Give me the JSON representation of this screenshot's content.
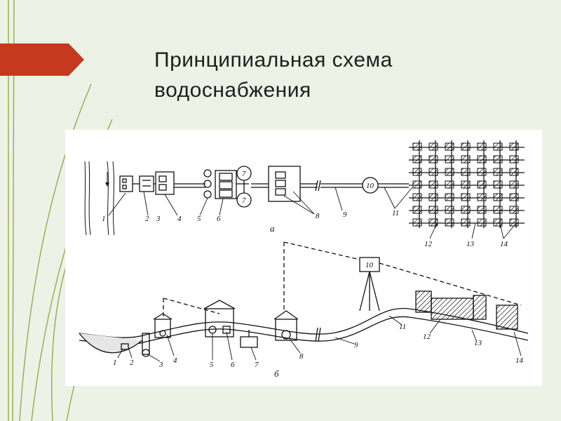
{
  "slide": {
    "title_line1": "Принципиальная схема",
    "title_line2": "водоснабжения"
  },
  "colors": {
    "background": "#eef1e6",
    "accent_banner": "#c5391f",
    "decor_lines": "#9aa852",
    "panel": "#ffffff",
    "ink": "#111111"
  },
  "scheme_a": {
    "panel_label": "а",
    "callouts": [
      "1",
      "2",
      "3",
      "4",
      "5",
      "6",
      "8",
      "9",
      "11",
      "12",
      "13",
      "14"
    ],
    "circle_labels": [
      "7",
      "7",
      "10"
    ]
  },
  "scheme_b": {
    "panel_label": "б",
    "callouts": [
      "1",
      "2",
      "3",
      "4",
      "5",
      "6",
      "7",
      "8",
      "9",
      "11",
      "12",
      "13",
      "14"
    ],
    "tower_label": "10"
  }
}
